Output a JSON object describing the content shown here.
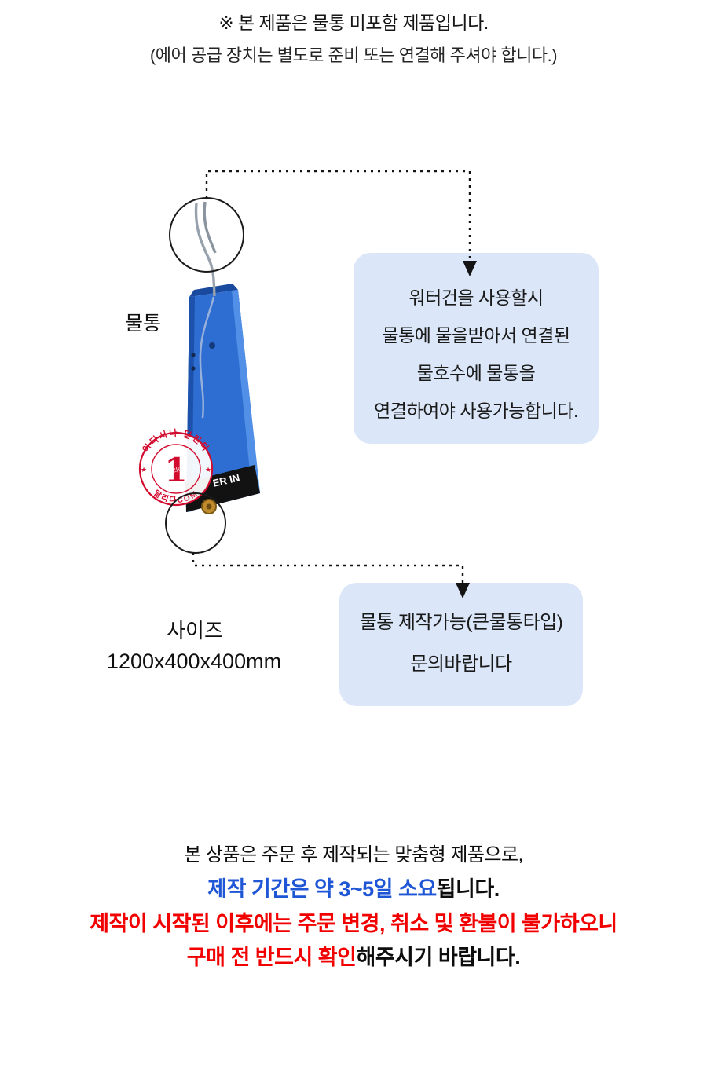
{
  "notice_top": {
    "line1": "※ 본 제품은 물통 미포함 제품입니다.",
    "line2": "(에어 공급 장치는 별도로 준비 또는 연결해 주셔야 합니다.)"
  },
  "diagram": {
    "tank_label": "물통",
    "tank_print": "ER IN",
    "stamp": {
      "arc_top": "어디서나 달린다",
      "arc_bottom": "달리다COM",
      "number": "1",
      "center_script": "달리다",
      "star": "★"
    },
    "callout_usage": {
      "line1": "워터건을 사용할시",
      "line2": "물통에 물을받아서 연결된",
      "line3": "물호수에 물통을",
      "line4": "연결하여야 사용가능합니다."
    },
    "callout_custom": {
      "line1": "물통 제작가능(큰물통타입)",
      "line2": "문의바랍니다"
    },
    "size": {
      "label": "사이즈",
      "value": "1200x400x400mm"
    }
  },
  "notice_bottom": {
    "line1": "본 상품은 주문 후 제작되는 맞춤형 제품으로,",
    "line2_blue": "제작 기간은 약 3~5일 소요",
    "line2_black": "됩니다.",
    "line3_red": "제작이 시작된 이후에는 주문 변경, 취소 및 환불이 불가하오니",
    "line4_red": "구매 전 반드시 확인",
    "line4_black": "해주시기 바랍니다."
  },
  "colors": {
    "accent_blue": "#1e56d6",
    "warning_red": "#f20000",
    "callout_bg": "#dbe7f8",
    "tank_blue": "#2e6ed2"
  }
}
